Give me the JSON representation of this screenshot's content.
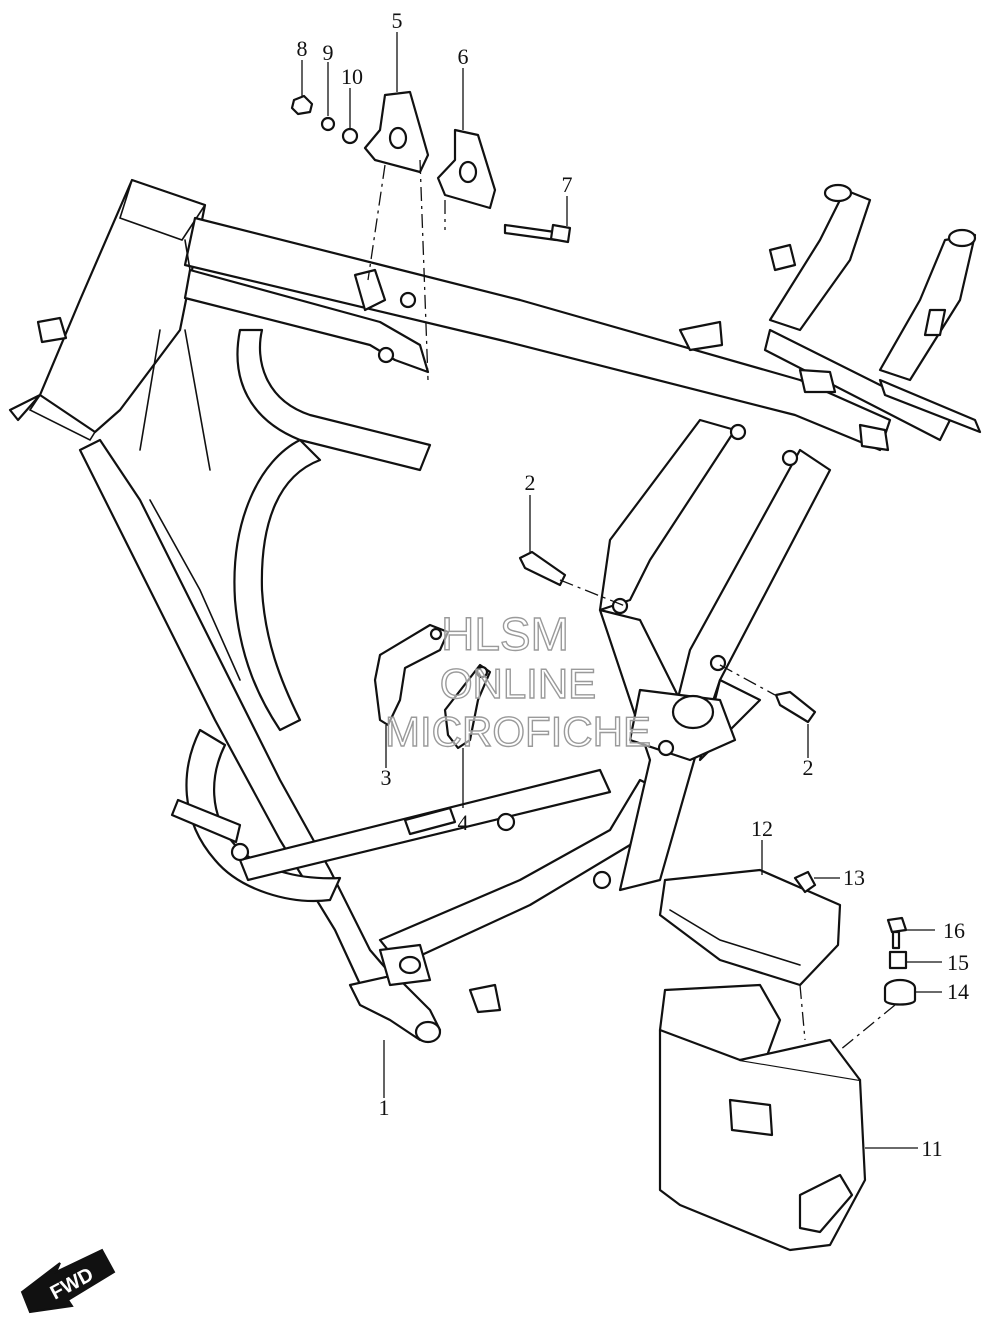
{
  "diagram": {
    "part_numbers": [
      "1",
      "2",
      "2",
      "3",
      "4",
      "5",
      "6",
      "7",
      "8",
      "9",
      "10",
      "11",
      "12",
      "13",
      "14",
      "15",
      "16"
    ],
    "watermark": {
      "line1": "HLSM",
      "line2": "ONLINE",
      "line3": "MICROFICHE"
    },
    "direction_badge": "FWD",
    "colors": {
      "ink": "#111111",
      "paper": "#ffffff",
      "watermark": "#9a9a9a"
    }
  }
}
